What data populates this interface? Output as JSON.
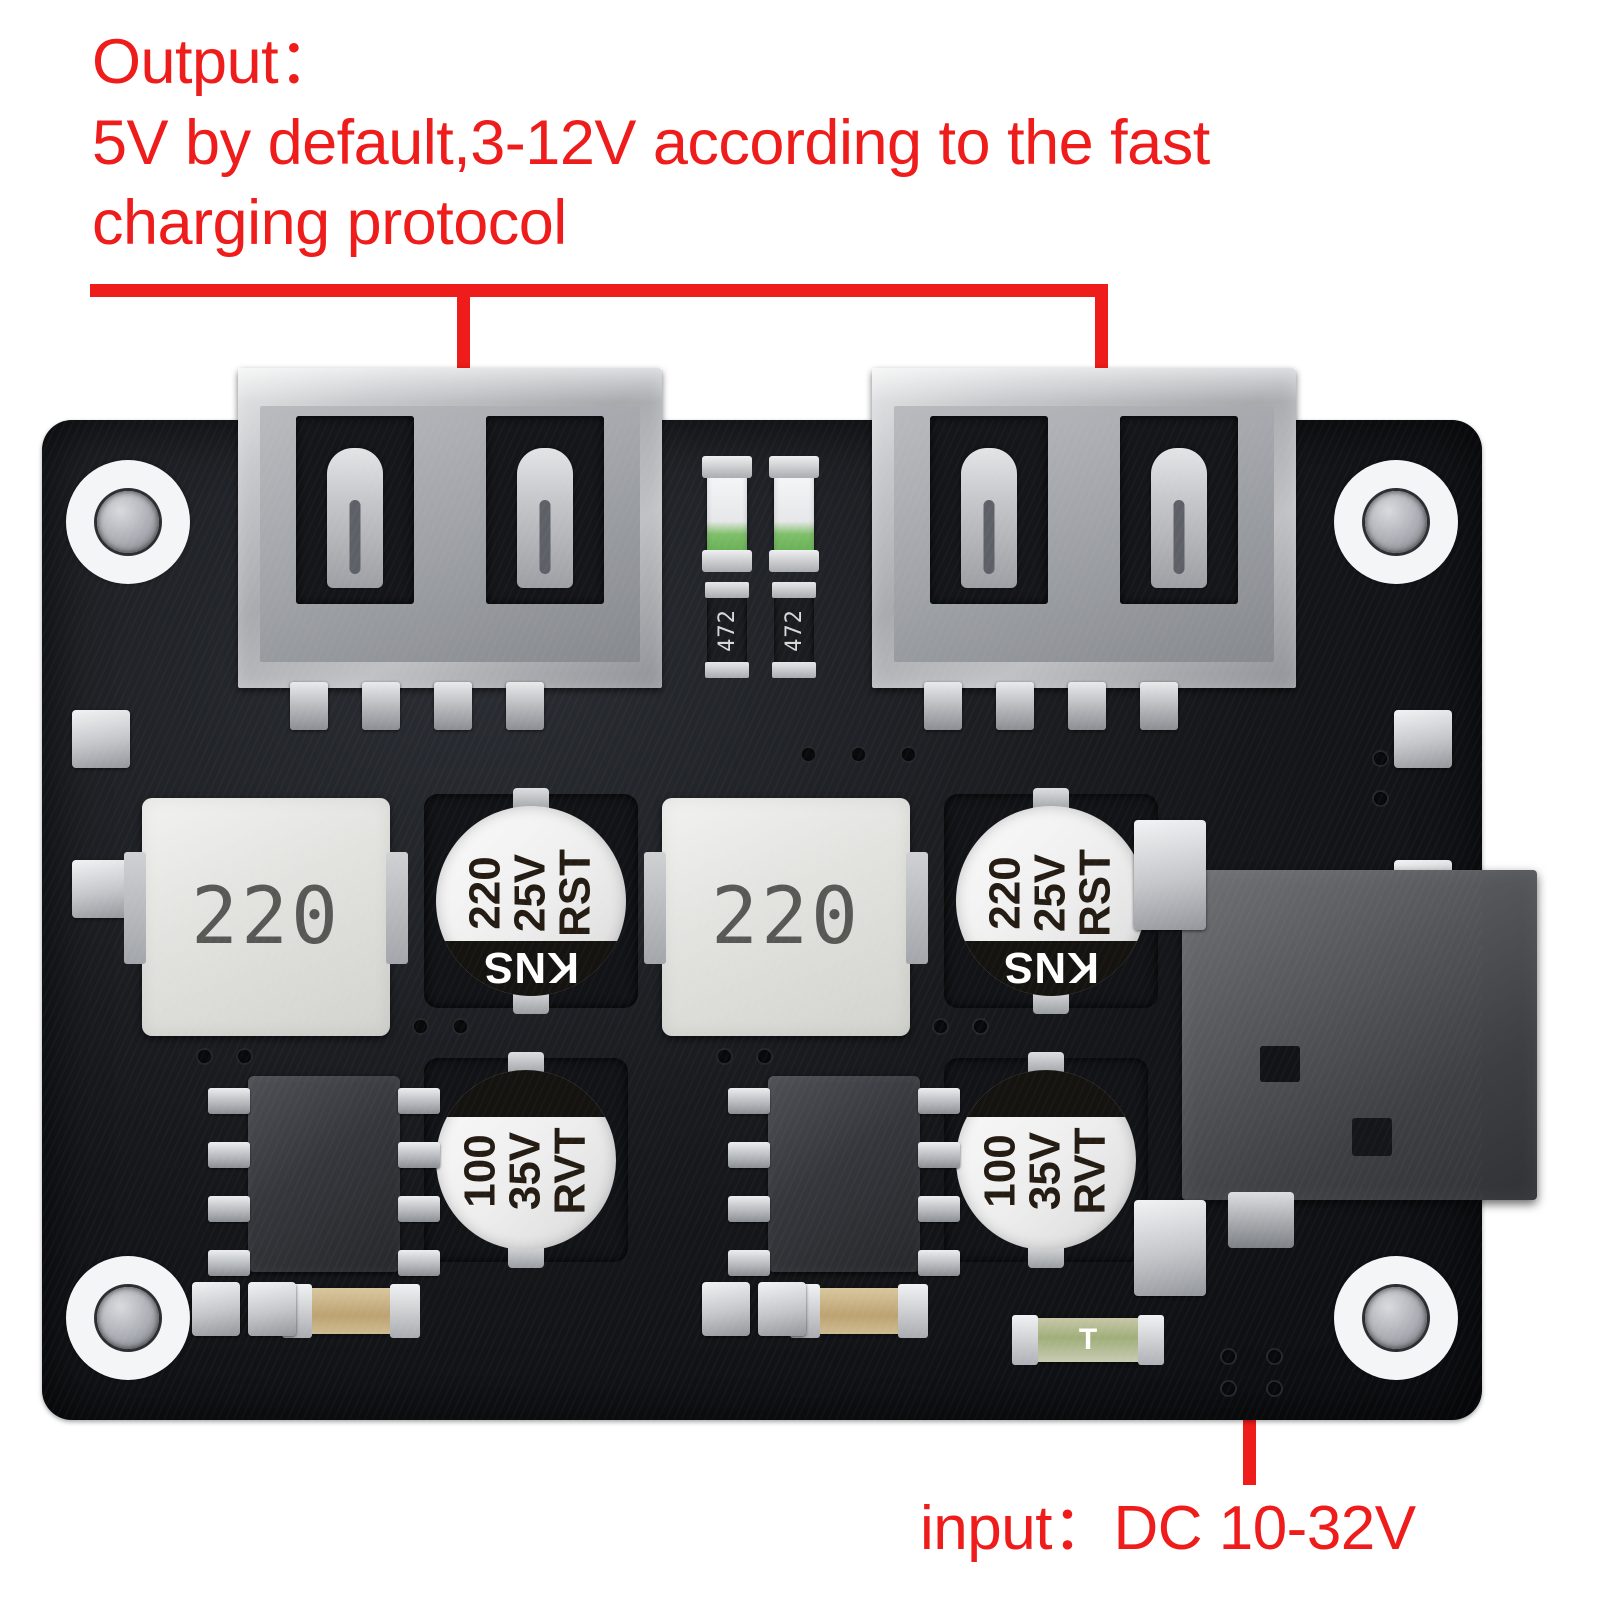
{
  "annotations": {
    "output_label": "Output：\n5V by default,3-12V according to the fast\ncharging protocol",
    "input_label": "input：DC 10-32V",
    "accent_color": "#ef1c1c"
  },
  "board": {
    "color": "#141619",
    "usb_ports": [
      {
        "name": "usb-port-left",
        "type": "USB-A"
      },
      {
        "name": "usb-port-right",
        "type": "USB-A"
      }
    ],
    "inductors": [
      {
        "marking": "220"
      },
      {
        "marking": "220"
      }
    ],
    "capacitors_top": [
      {
        "value": "220",
        "voltage": "25V",
        "series": "RST",
        "brand": "KNS"
      },
      {
        "value": "220",
        "voltage": "25V",
        "series": "RST",
        "brand": "KNS"
      }
    ],
    "capacitors_bottom": [
      {
        "value": "100",
        "voltage": "35V",
        "series": "RVT"
      },
      {
        "value": "100",
        "voltage": "35V",
        "series": "RVT"
      }
    ],
    "resistors": [
      {
        "marking": "472"
      },
      {
        "marking": "472"
      }
    ],
    "fuse": {
      "marking": "T"
    },
    "dc_jack": {
      "label": "DC barrel jack"
    },
    "chips": [
      {
        "package": "SOIC-8"
      },
      {
        "package": "SOIC-8"
      }
    ]
  }
}
